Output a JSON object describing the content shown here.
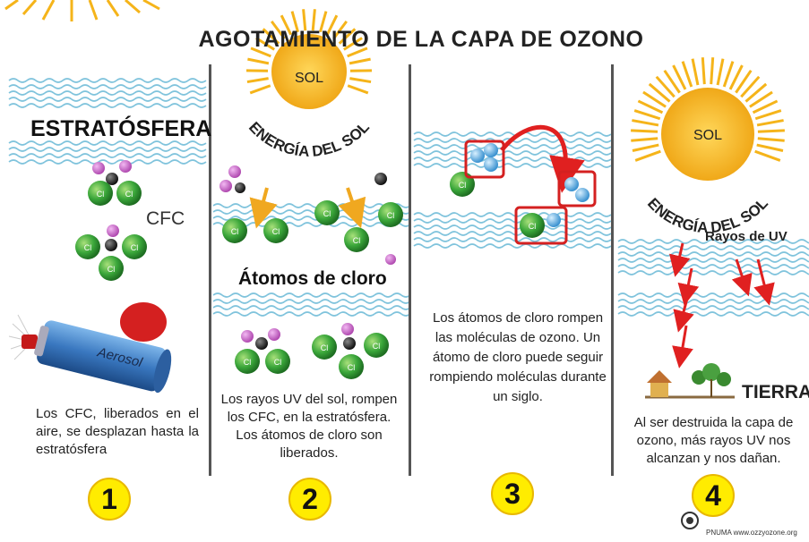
{
  "title": "AGOTAMIENTO DE LA CAPA DE OZONO",
  "panel1": {
    "layer_label": "ESTRATÓSFERA",
    "molecule_label": "CFC",
    "can_label": "Aerosol",
    "caption": "Los CFC, liberados en el aire, se desplazan hasta la estratósfera",
    "step": "1"
  },
  "panel2": {
    "sun_label": "SOL",
    "energy_label": "ENERGÍA DEL SOL",
    "atoms_label": "Átomos de cloro",
    "caption": "Los rayos UV del sol, rompen los CFC, en la estratósfera. Los átomos de cloro son liberados.",
    "step": "2"
  },
  "panel3": {
    "caption": "Los átomos de cloro rompen las moléculas de ozono. Un átomo de cloro puede seguir rompiendo moléculas durante un siglo.",
    "step": "3"
  },
  "panel4": {
    "sun_label": "SOL",
    "energy_label": "ENERGÍA DEL SOL",
    "rays_label": "Rayos de UV",
    "earth_label": "TIERRA",
    "caption": "Al ser destruida la capa de ozono, más rayos UV nos alcanzan y nos dañan.",
    "step": "4"
  },
  "atom_symbol": "Cl",
  "credit": "PNUMA  www.ozzyozone.org",
  "colors": {
    "sun": "#f5b41a",
    "chlorine": "#3aa63a",
    "fluorine": "#c060c0",
    "carbon": "#222222",
    "oxygen": "#4aa8e0",
    "wave": "#7fc3dc",
    "arrow_red": "#e02020",
    "uv_arrow": "#f0a820",
    "number_badge": "#ffec00"
  }
}
